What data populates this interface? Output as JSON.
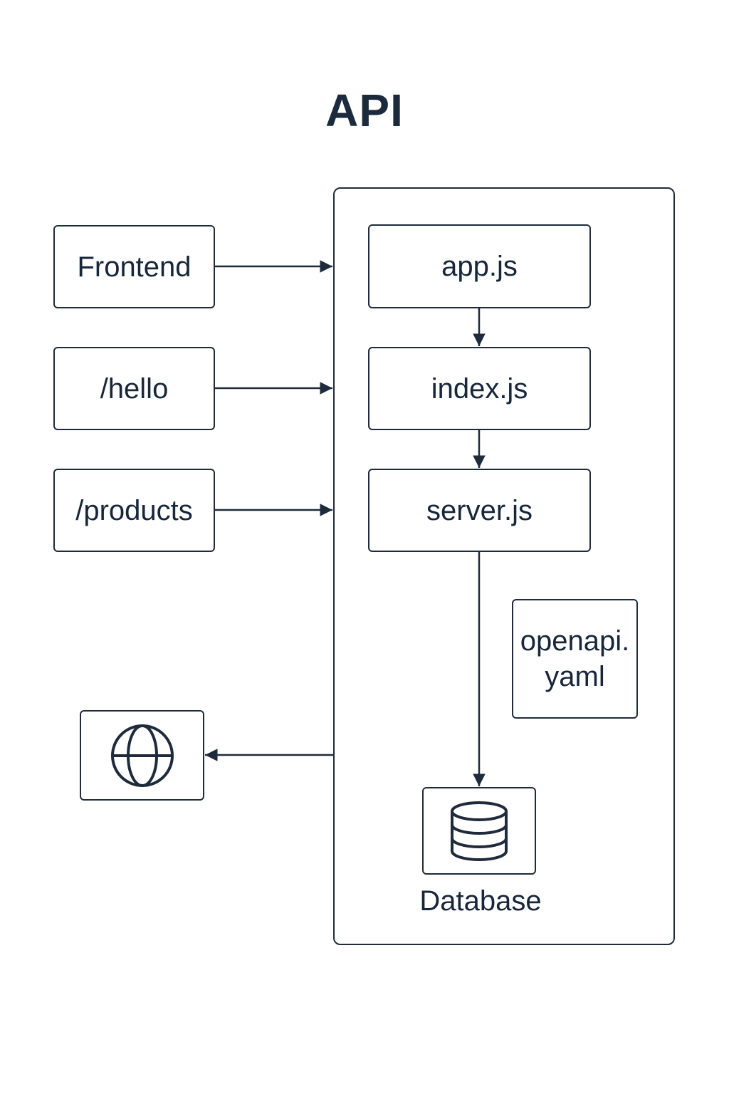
{
  "title": "API",
  "left_nodes": {
    "frontend": "Frontend",
    "hello": "/hello",
    "products": "/products"
  },
  "files": {
    "app": "app.js",
    "index": "index.js",
    "server": "server.js",
    "openapi_line1": "openapi.",
    "openapi_line2": "yaml"
  },
  "database": {
    "label": "Database",
    "icon": "database-icon"
  },
  "web_icon": "globe-icon",
  "colors": {
    "stroke": "#1f2b3b",
    "text": "#17263a"
  }
}
